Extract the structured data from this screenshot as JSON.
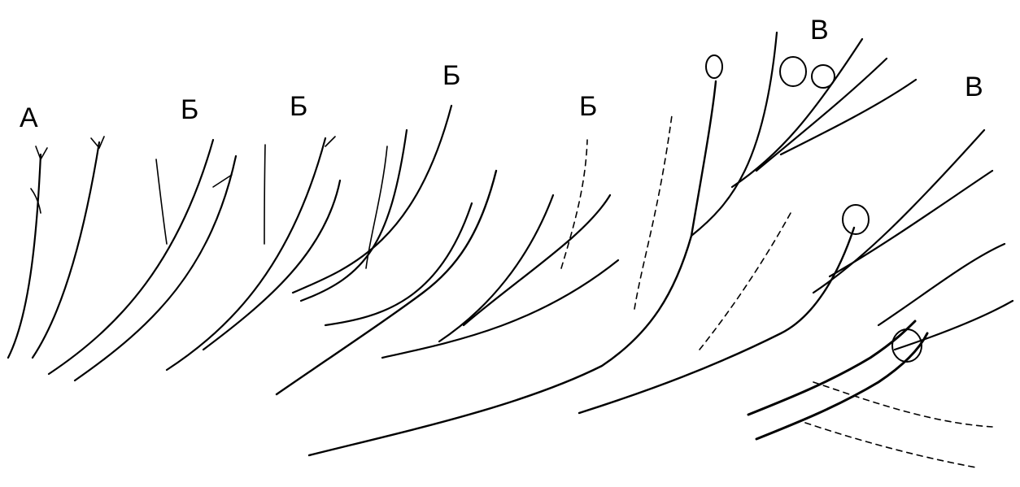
{
  "figure": {
    "labels": [
      "А",
      "Б",
      "Б",
      "Б",
      "Б",
      "В",
      "В"
    ]
  },
  "colors": {
    "ink": "#000000",
    "background": "#ffffff"
  },
  "icons": [
    "polyp-cup-icon",
    "hydranth-icon",
    "leaf-node-icon"
  ]
}
